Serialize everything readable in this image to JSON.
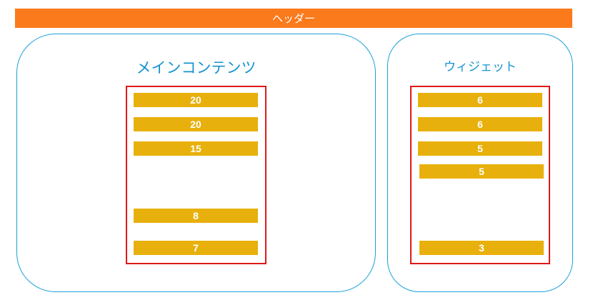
{
  "header": {
    "label": "ヘッダー"
  },
  "main": {
    "title": "メインコンテンツ",
    "bars": [
      "20",
      "20",
      "15",
      "8",
      "7"
    ]
  },
  "widget": {
    "title": "ウィジェット",
    "bars": [
      "6",
      "6",
      "5",
      "5",
      "3"
    ]
  },
  "colors": {
    "header": "#FA7A1C",
    "panel_border": "#1BA1D9",
    "title_text": "#1594D0",
    "frame_border": "#E01818",
    "bar_fill": "#E8B00C"
  }
}
